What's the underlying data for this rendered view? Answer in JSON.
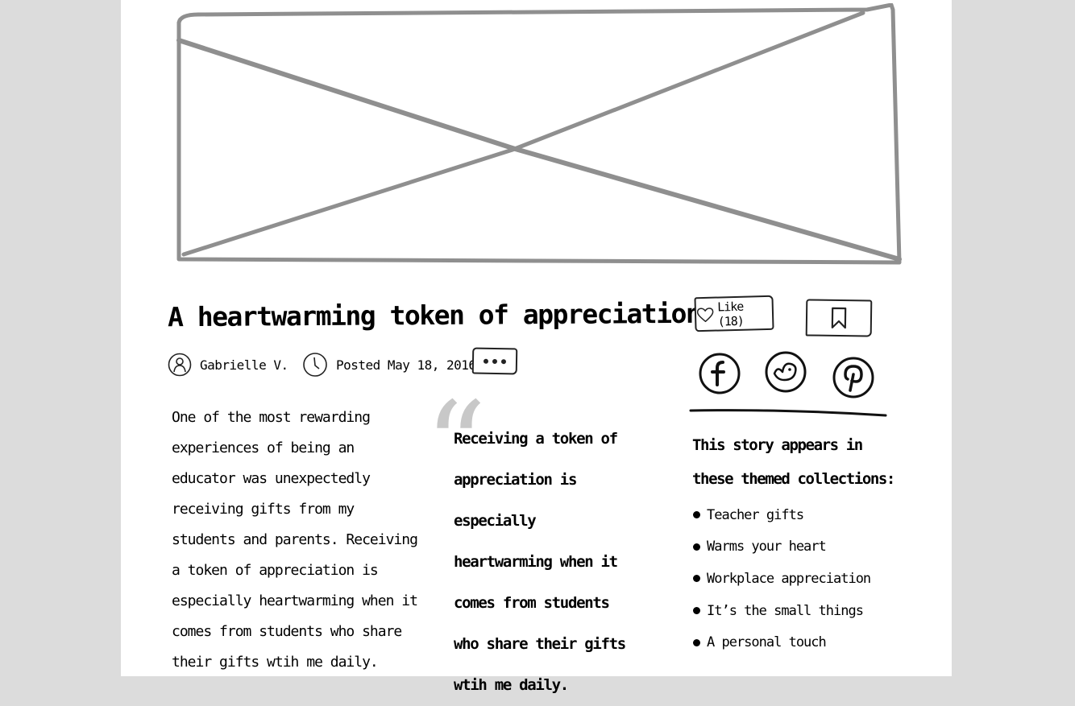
{
  "article": {
    "title": "A heartwarming token of appreciation",
    "author": "Gabrielle V.",
    "posted": "Posted May 18, 2016",
    "body": "One of the most rewarding experiences of being an educator was unexpectedly receiving gifts from my students and parents. Receiving a token of appreciation is especially heartwarming when it comes from students who share their gifts wtih me daily.",
    "pull_quote_mark": "“",
    "pull_quote": "Receiving a token of appreciation is especially heartwarming when it comes from students who share their gifts wtih me daily."
  },
  "actions": {
    "like_label": "Like (18)",
    "more_icon": "ellipsis-icon",
    "bookmark_icon": "bookmark-icon"
  },
  "social": [
    {
      "name": "facebook",
      "icon": "facebook-icon"
    },
    {
      "name": "bird",
      "icon": "bird-icon"
    },
    {
      "name": "pinterest",
      "icon": "pinterest-icon"
    }
  ],
  "collections": {
    "heading": "This story appears in these themed collections:",
    "items": [
      "Teacher gifts",
      "Warms your heart",
      "Workplace appreciation",
      "It’s the small things",
      "A personal touch"
    ]
  },
  "colors": {
    "page_bg": "#dcdcdc",
    "content_bg": "#ffffff",
    "placeholder_stroke": "#8f8f8f",
    "quote_mark": "#c8c8c8",
    "ink": "#000000"
  }
}
